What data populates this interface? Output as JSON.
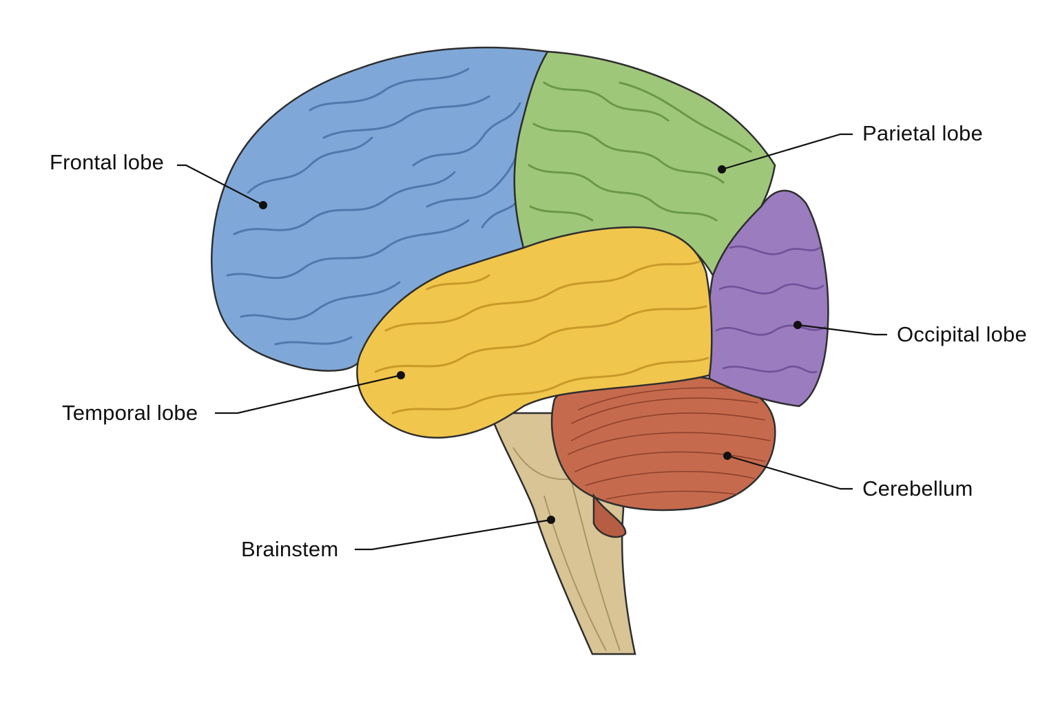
{
  "labels": {
    "frontal": "Frontal lobe",
    "parietal": "Parietal lobe",
    "occipital": "Occipital lobe",
    "temporal": "Temporal lobe",
    "cerebellum": "Cerebellum",
    "brainstem": "Brainstem"
  },
  "colors": {
    "frontal": "#7fa8d8",
    "parietal": "#9fc779",
    "occipital": "#9a7cbf",
    "temporal": "#f1c64c",
    "cerebellum": "#c66a4d",
    "brainstem": "#d8c495",
    "outline": "#2e2e2e",
    "label_text": "#111111"
  }
}
